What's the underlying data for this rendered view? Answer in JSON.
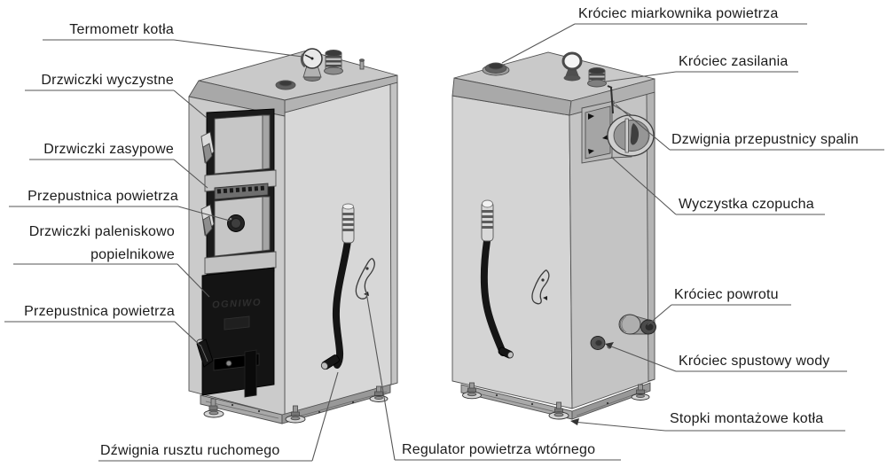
{
  "diagram": {
    "labels": {
      "termometr_kotla": "Termometr kotła",
      "drzwiczki_wyczystne": "Drzwiczki wyczystne",
      "drzwiczki_zasypowe": "Drzwiczki zasypowe",
      "przepustnica_powietrza_gorna": "Przepustnica powietrza",
      "drzwiczki_paleniskowo_line1": "Drzwiczki paleniskowo",
      "drzwiczki_paleniskowo_line2": "popielnikowe",
      "przepustnica_powietrza_dolna": "Przepustnica powietrza",
      "dzwignia_rusztu": "Dźwignia rusztu ruchomego",
      "regulator_powietrza": "Regulator powietrza wtórnego",
      "krociec_miarkownika": "Króciec miarkownika powietrza",
      "krociec_zasilania": "Króciec zasilania",
      "dzwignia_przepustnicy_spalin": "Dzwignia przepustnicy spalin",
      "wyczystka_czopucha": "Wyczystka czopucha",
      "krociec_powrotu": "Króciec powrotu",
      "krociec_spustowy": "Króciec spustowy wody",
      "stopki_montazowe": "Stopki montażowe kotła"
    },
    "logo_brand": "OGNIWO",
    "colors": {
      "background": "#ffffff",
      "line": "#4f4f4f",
      "leader": "#565656",
      "body_light": "#d4d4d4",
      "body_mid": "#c6c6c6",
      "door_black": "#141414"
    }
  }
}
